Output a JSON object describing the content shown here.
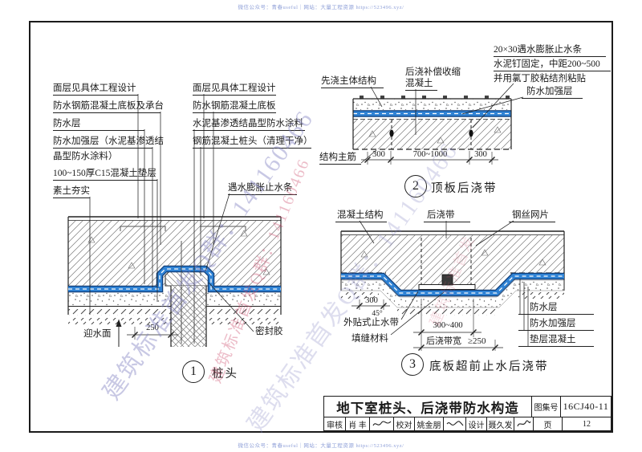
{
  "meta": {
    "wm_top": "微信公众号：青春useful｜网站：大量工程资源 https://523496.xyz/",
    "wm_bottom": "微信公众号：青春useful｜网站：大量工程资源 https://523496.xyz/",
    "wm_diag1": "建筑标准首发Q群：141160466",
    "wm_diag2": "建筑标准首发Q群：141160466",
    "wm_red1": "建筑标准首发Q群：141160466",
    "wm_red2": "建筑标准首发"
  },
  "d1": {
    "stack1": [
      "面层见具体工程设计",
      "防水钢筋混凝土底板及承台",
      "防水层",
      "防水加强层（水泥基渗透结",
      "晶型防水涂料）",
      "100~150厚C15混凝土垫层",
      "素土夯实"
    ],
    "stack2": [
      "面层见具体工程设计",
      "防水钢筋混凝土底板",
      "水泥基渗透结晶型防水涂料",
      "钢筋混凝土桩头（清理干净）"
    ],
    "swell_strip": "遇水膨胀止水条",
    "water_face": "迎水面",
    "dim250": "250",
    "sealant": "密封胶",
    "num": "1",
    "caption": "桩头"
  },
  "d2": {
    "first_cast": "先浇主体结构",
    "later_cast1": "后浇补偿收缩",
    "later_cast2": "混凝土",
    "strip1": "20×30遇水膨胀止水条",
    "strip2": "水泥钉固定，中距200~500",
    "strip3": "并用氯丁胶粘结剂粘贴",
    "reinforce_layer": "防水加强层",
    "main_bar": "结构主筋",
    "dim_left": "300",
    "dim_mid": "700~1000",
    "dim_right": "300",
    "num": "2",
    "caption": "顶板后浇带"
  },
  "d3": {
    "concrete": "混凝土结构",
    "strip_zone": "后浇带",
    "wire_mesh": "钢丝网片",
    "dim300": "300",
    "angle45": "45°",
    "ext_stop": "外贴式止水带",
    "filler": "填缝材料",
    "dim300_400": "300~400",
    "strip_width": "后浇带宽",
    "width_min": "≥250",
    "waterproof": "防水层",
    "reinforce": "防水加强层",
    "cushion": "垫层混凝土",
    "num": "3",
    "caption": "底板超前止水后浇带"
  },
  "titleblock": {
    "title": "地下室桩头、后浇带防水构造",
    "atlas_label": "图集号",
    "atlas_no": "16CJ40-11",
    "page_label": "页",
    "page_no": "12",
    "review_label": "审核",
    "reviewer": "肖 丰",
    "proof_label": "校对",
    "proofer": "姚金朋",
    "design_label": "设计",
    "designer": "聂久发"
  },
  "colors": {
    "membrane_blue": "#2f82d4",
    "membrane_dark": "#0d3c78",
    "line": "#222222"
  }
}
